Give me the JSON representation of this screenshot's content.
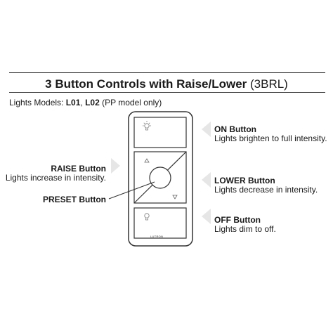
{
  "title": {
    "bold": "3 Button Controls with Raise/Lower",
    "model_code": "(3BRL)"
  },
  "lights_models": {
    "label": "Lights Models:",
    "model1": "L01",
    "separator": ",",
    "model2": "L02",
    "note": "(PP model only)"
  },
  "callouts": {
    "on": {
      "title": "ON Button",
      "desc": "Lights brighten to full intensity."
    },
    "raise": {
      "title": "RAISE Button",
      "desc": "Lights increase in intensity."
    },
    "lower": {
      "title": "LOWER Button",
      "desc": "Lights decrease in intensity."
    },
    "preset": {
      "title": "PRESET Button"
    },
    "off": {
      "title": "OFF Button",
      "desc": "Lights dim to off."
    }
  },
  "remote": {
    "brand": "LUTRON"
  },
  "icons": [
    "bulb-on-icon",
    "raise-arrow-icon",
    "lower-arrow-icon",
    "bulb-off-icon",
    "callout-arrow-icon"
  ],
  "colors": {
    "arrow_fill": "#e6e6e6",
    "outline": "#333333"
  }
}
